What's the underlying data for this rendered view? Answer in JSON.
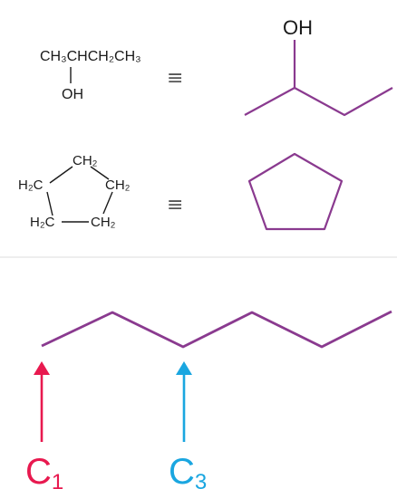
{
  "colors": {
    "skeletal_bond": "#8a3a8f",
    "condensed_bond": "#1a1a1a",
    "equiv_sign": "#555555",
    "divider": "#e8e8e8",
    "c1_arrow": "#e8194f",
    "c3_arrow": "#1aa6e0"
  },
  "butanol": {
    "condensed_main": "CH₃CHCH₂CH₃",
    "condensed_oh": "OH",
    "equiv": "≡",
    "skeletal_oh": "OH"
  },
  "cyclopentane": {
    "top": "CH₂",
    "left": "H₂C",
    "right": "CH₂",
    "bottom_left": "H₂C",
    "bottom_right": "CH₂",
    "equiv": "≡"
  },
  "hexane": {
    "c1_letter": "C",
    "c1_sub": "1",
    "c3_letter": "C",
    "c3_sub": "3"
  }
}
